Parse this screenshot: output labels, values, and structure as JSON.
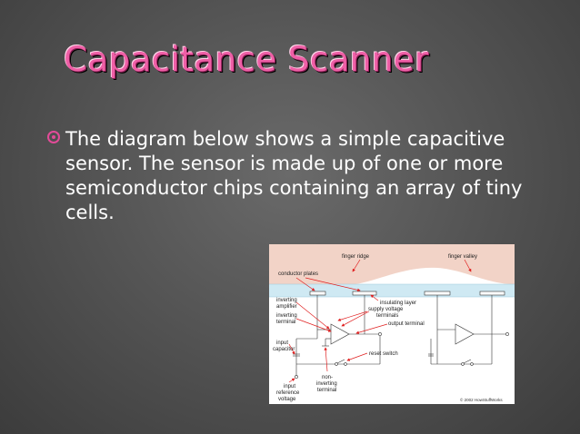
{
  "slide": {
    "title": "Capacitance Scanner",
    "bullet": "The diagram below shows a simple capacitive sensor. The sensor is made up of one or more semiconductor chips containing an array of tiny cells."
  },
  "diagram": {
    "labels": {
      "finger_ridge": "finger ridge",
      "finger_valley": "finger valley",
      "conductor_plates": "conductor plates",
      "insulating_layer": "insulating layer",
      "inverting_amplifier_1": "inverting",
      "inverting_amplifier_2": "amplifier",
      "inverting_terminal_1": "inverting",
      "inverting_terminal_2": "terminal",
      "supply_voltage_1": "supply voltage",
      "supply_voltage_2": "terminals",
      "output_terminal": "output terminal",
      "input_capacitor_1": "input",
      "input_capacitor_2": "capacitor",
      "reset_switch": "reset switch",
      "non_inverting_1": "non-",
      "non_inverting_2": "inverting",
      "non_inverting_3": "terminal",
      "input_ref_1": "input",
      "input_ref_2": "reference",
      "input_ref_3": "voltage",
      "copyright": "© 2002 HowStuffWorks"
    }
  }
}
